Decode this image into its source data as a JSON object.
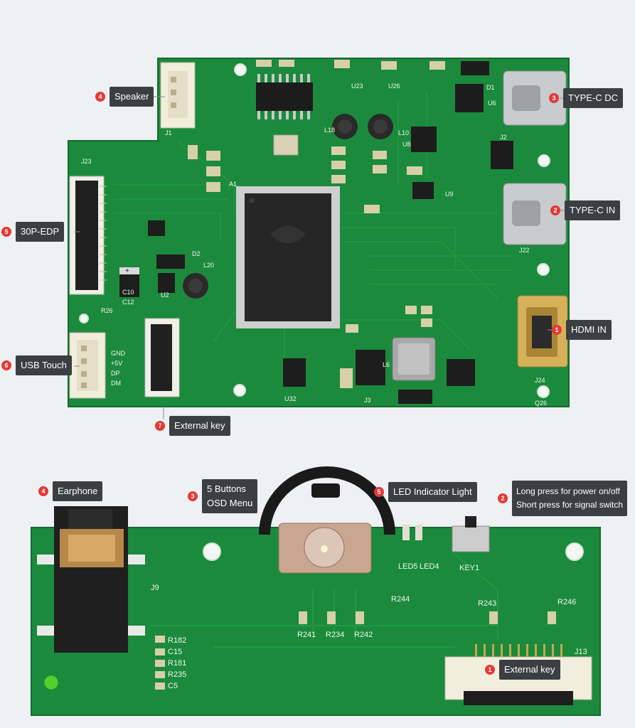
{
  "top_board": {
    "callouts": [
      {
        "num": "4",
        "label": "Speaker"
      },
      {
        "num": "3",
        "label": "TYPE-C DC"
      },
      {
        "num": "2",
        "label": "TYPE-C IN"
      },
      {
        "num": "5",
        "label": "30P-EDP"
      },
      {
        "num": "1",
        "label": "HDMI IN"
      },
      {
        "num": "6",
        "label": "USB Touch"
      },
      {
        "num": "7",
        "label": "External key"
      }
    ],
    "silkscreen": {
      "j1": "J1",
      "j2": "J2",
      "j3": "J3",
      "j22": "J22",
      "j23": "J23",
      "j24": "J24",
      "u2": "U2",
      "u6": "U6",
      "u8": "U8",
      "u9": "U9",
      "u23": "U23",
      "u26": "U26",
      "u32": "U32",
      "l6": "L6",
      "l10": "L10",
      "l18": "L18",
      "l20": "L20",
      "a1": "A1",
      "q26": "Q26",
      "r26": "R26",
      "gnd": "GND",
      "plus5v": "+5V",
      "dp": "DP",
      "dm": "DM",
      "d1": "D1",
      "d2": "D2",
      "c10": "C10",
      "c12": "C12"
    }
  },
  "bottom_board": {
    "callouts": [
      {
        "num": "4",
        "label": "Earphone"
      },
      {
        "num": "3",
        "lines": [
          "5 Buttons",
          "OSD Menu"
        ]
      },
      {
        "num": "5",
        "label": "LED Indicator Light"
      },
      {
        "num": "2",
        "lines": [
          "Long press for power on/off",
          "Short press for signal switch"
        ]
      },
      {
        "num": "1",
        "label": "External key"
      }
    ],
    "silkscreen": {
      "j9": "J9",
      "j13": "J13",
      "key1": "KEY1",
      "led5": "LED5",
      "led4": "LED4",
      "r241": "R241",
      "r234": "R234",
      "r242": "R242",
      "r244": "R244",
      "r243": "R243",
      "r246": "R246",
      "r182": "R182",
      "r181": "R181",
      "r235": "R235",
      "c15": "C15",
      "c5": "C5"
    }
  },
  "colors": {
    "pcb": "#1b8a3c",
    "pcb_dark": "#146c2e",
    "background": "#eef0f3",
    "callout_dot": "#e53935",
    "callout_tag": "#3b3e42"
  }
}
